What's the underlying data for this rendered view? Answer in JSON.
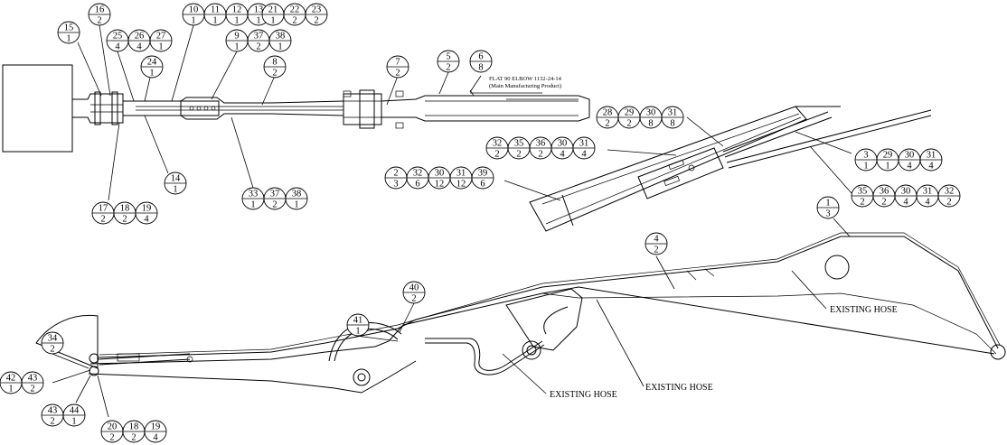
{
  "notes": {
    "elbow_line1": "FLAT 90 ELBOW 1132-24-14",
    "elbow_line2": "(Main Manufacturing Product)",
    "existing_hose": "EXISTING HOSE"
  },
  "balloons": [
    {
      "item": "16",
      "qty": "2"
    },
    {
      "item": "15",
      "qty": "1"
    },
    {
      "item": "10",
      "qty": "1"
    },
    {
      "item": "11",
      "qty": "1"
    },
    {
      "item": "12",
      "qty": "1"
    },
    {
      "item": "13",
      "qty": "1"
    },
    {
      "item": "21",
      "qty": "1"
    },
    {
      "item": "22",
      "qty": "2"
    },
    {
      "item": "23",
      "qty": "2"
    },
    {
      "item": "25",
      "qty": "4"
    },
    {
      "item": "26",
      "qty": "4"
    },
    {
      "item": "27",
      "qty": "1"
    },
    {
      "item": "9",
      "qty": "1"
    },
    {
      "item": "37",
      "qty": "2"
    },
    {
      "item": "38",
      "qty": "1"
    },
    {
      "item": "24",
      "qty": "1"
    },
    {
      "item": "8",
      "qty": "2"
    },
    {
      "item": "7",
      "qty": "2"
    },
    {
      "item": "5",
      "qty": "2"
    },
    {
      "item": "6",
      "qty": "8"
    },
    {
      "item": "14",
      "qty": "1"
    },
    {
      "item": "17",
      "qty": "2"
    },
    {
      "item": "18",
      "qty": "2"
    },
    {
      "item": "19",
      "qty": "4"
    },
    {
      "item": "33",
      "qty": "1"
    },
    {
      "item": "37",
      "qty": "2"
    },
    {
      "item": "38",
      "qty": "1"
    },
    {
      "item": "28",
      "qty": "2"
    },
    {
      "item": "29",
      "qty": "2"
    },
    {
      "item": "30",
      "qty": "8"
    },
    {
      "item": "31",
      "qty": "8"
    },
    {
      "item": "32",
      "qty": "2"
    },
    {
      "item": "35",
      "qty": "2"
    },
    {
      "item": "36",
      "qty": "2"
    },
    {
      "item": "30",
      "qty": "4"
    },
    {
      "item": "31",
      "qty": "4"
    },
    {
      "item": "3",
      "qty": "1"
    },
    {
      "item": "29",
      "qty": "1"
    },
    {
      "item": "30",
      "qty": "4"
    },
    {
      "item": "31",
      "qty": "4"
    },
    {
      "item": "2",
      "qty": "3"
    },
    {
      "item": "32",
      "qty": "6"
    },
    {
      "item": "30",
      "qty": "12"
    },
    {
      "item": "31",
      "qty": "12"
    },
    {
      "item": "39",
      "qty": "6"
    },
    {
      "item": "35",
      "qty": "2"
    },
    {
      "item": "36",
      "qty": "2"
    },
    {
      "item": "30",
      "qty": "4"
    },
    {
      "item": "31",
      "qty": "4"
    },
    {
      "item": "32",
      "qty": "2"
    },
    {
      "item": "1",
      "qty": "3"
    },
    {
      "item": "4",
      "qty": "2"
    },
    {
      "item": "40",
      "qty": "2"
    },
    {
      "item": "41",
      "qty": "1"
    },
    {
      "item": "34",
      "qty": "2"
    },
    {
      "item": "42",
      "qty": "1"
    },
    {
      "item": "43",
      "qty": "2"
    },
    {
      "item": "43",
      "qty": "2"
    },
    {
      "item": "44",
      "qty": "1"
    },
    {
      "item": "20",
      "qty": "2"
    },
    {
      "item": "18",
      "qty": "2"
    },
    {
      "item": "19",
      "qty": "4"
    }
  ]
}
